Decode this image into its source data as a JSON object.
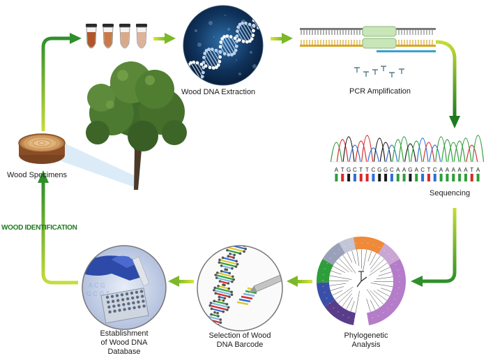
{
  "labels": {
    "wood_specimens": "Wood Specimens",
    "dna_extraction": "Wood DNA Extraction",
    "pcr_amplification": "PCR Amplification",
    "sequencing": "Sequencing",
    "phylogenetic_line1": "Phylogenetic",
    "phylogenetic_line2": "Analysis",
    "barcode_line1": "Selection of Wood",
    "barcode_line2": "DNA Barcode",
    "database_line1": "Establishment",
    "database_line2": "of Wood DNA",
    "database_line3": "Database",
    "wood_identification": "WOOD IDENTIFICATION"
  },
  "sequence_bases": [
    "A",
    "T",
    "G",
    "C",
    "T",
    "T",
    "C",
    "G",
    "G",
    "C",
    "A",
    "A",
    "G",
    "A",
    "C",
    "T",
    "C",
    "A",
    "A",
    "A",
    "A",
    "A",
    "T",
    "A"
  ],
  "base_colors": {
    "A": "#2e9e3a",
    "T": "#d62a2a",
    "G": "#1a1a1a",
    "C": "#2e6fd6"
  },
  "tube_colors": [
    "#b0562a",
    "#c87a4a",
    "#d9a98a",
    "#dcb49a"
  ],
  "colors": {
    "arrow_green": "#7cb827",
    "arrow_dark_green": "#1f7a1f",
    "accent": "#6aaa1e"
  }
}
